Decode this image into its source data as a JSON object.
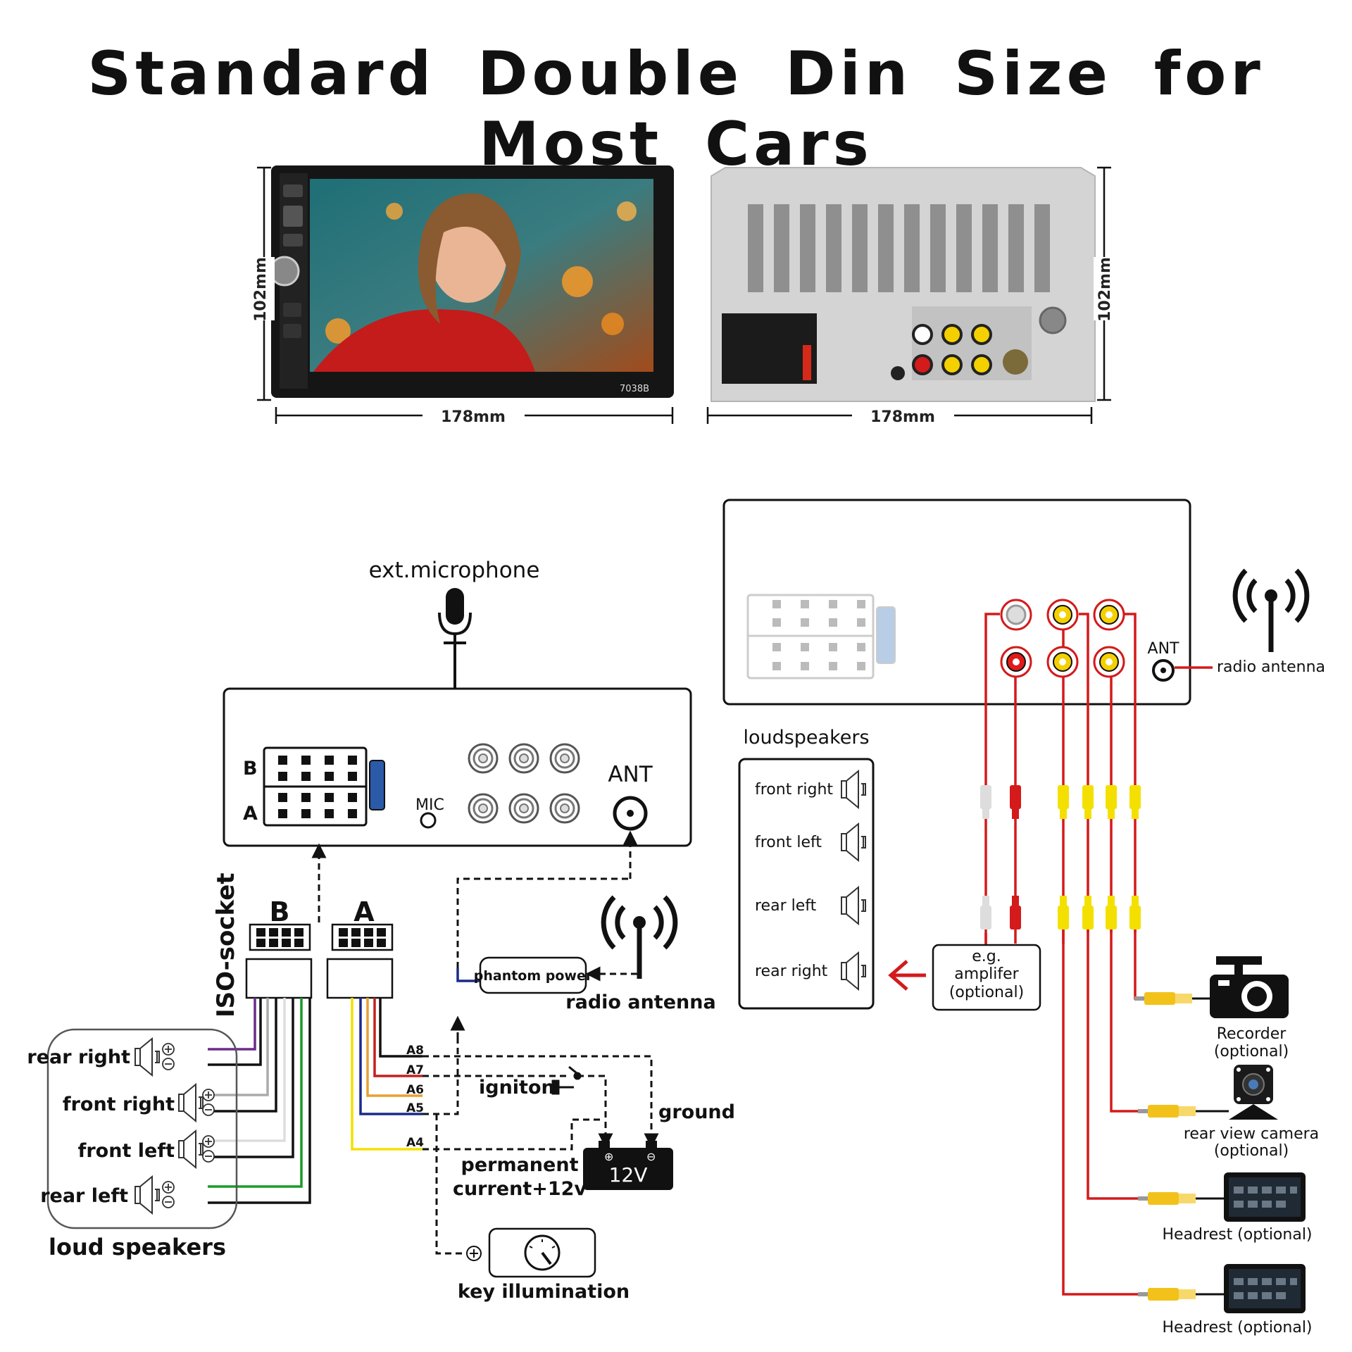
{
  "title": "Standard Double Din Size for Most Cars",
  "photos": {
    "front_width": "178mm",
    "front_height": "102mm",
    "rear_width": "178mm",
    "rear_height": "102mm",
    "model": "7038B"
  },
  "left_diagram": {
    "microphone": "ext.microphone",
    "mic_port": "MIC",
    "ant_port": "ANT",
    "iso_rows": [
      "B",
      "A"
    ],
    "iso_socket": "ISO-socket",
    "connector_b": "B",
    "connector_a": "A",
    "pins": [
      "A8",
      "A7",
      "A6",
      "A5",
      "A4"
    ],
    "phantom_power": "phantom power",
    "radio_antenna": "radio antenna",
    "ignition": "igniton",
    "ground": "ground",
    "permanent_1": "permanent",
    "permanent_2": "current+12v",
    "battery": "12V",
    "key_illumination": "key illumination",
    "speakers": [
      "rear right",
      "front right",
      "front left",
      "rear left"
    ],
    "speakers_title": "loud speakers"
  },
  "right_diagram": {
    "ant_port": "ANT",
    "radio_antenna": "radio antenna",
    "speakers_title": "loudspeakers",
    "speakers": [
      "front right",
      "front left",
      "rear left",
      "rear right"
    ],
    "amplifier": [
      "e.g.",
      "amplifer",
      "(optional)"
    ],
    "recorder": [
      "Recorder",
      "(optional)"
    ],
    "rear_camera": [
      "rear view camera",
      "(optional)"
    ],
    "headrest_1": "Headrest (optional)",
    "headrest_2": "Headrest (optional)"
  }
}
